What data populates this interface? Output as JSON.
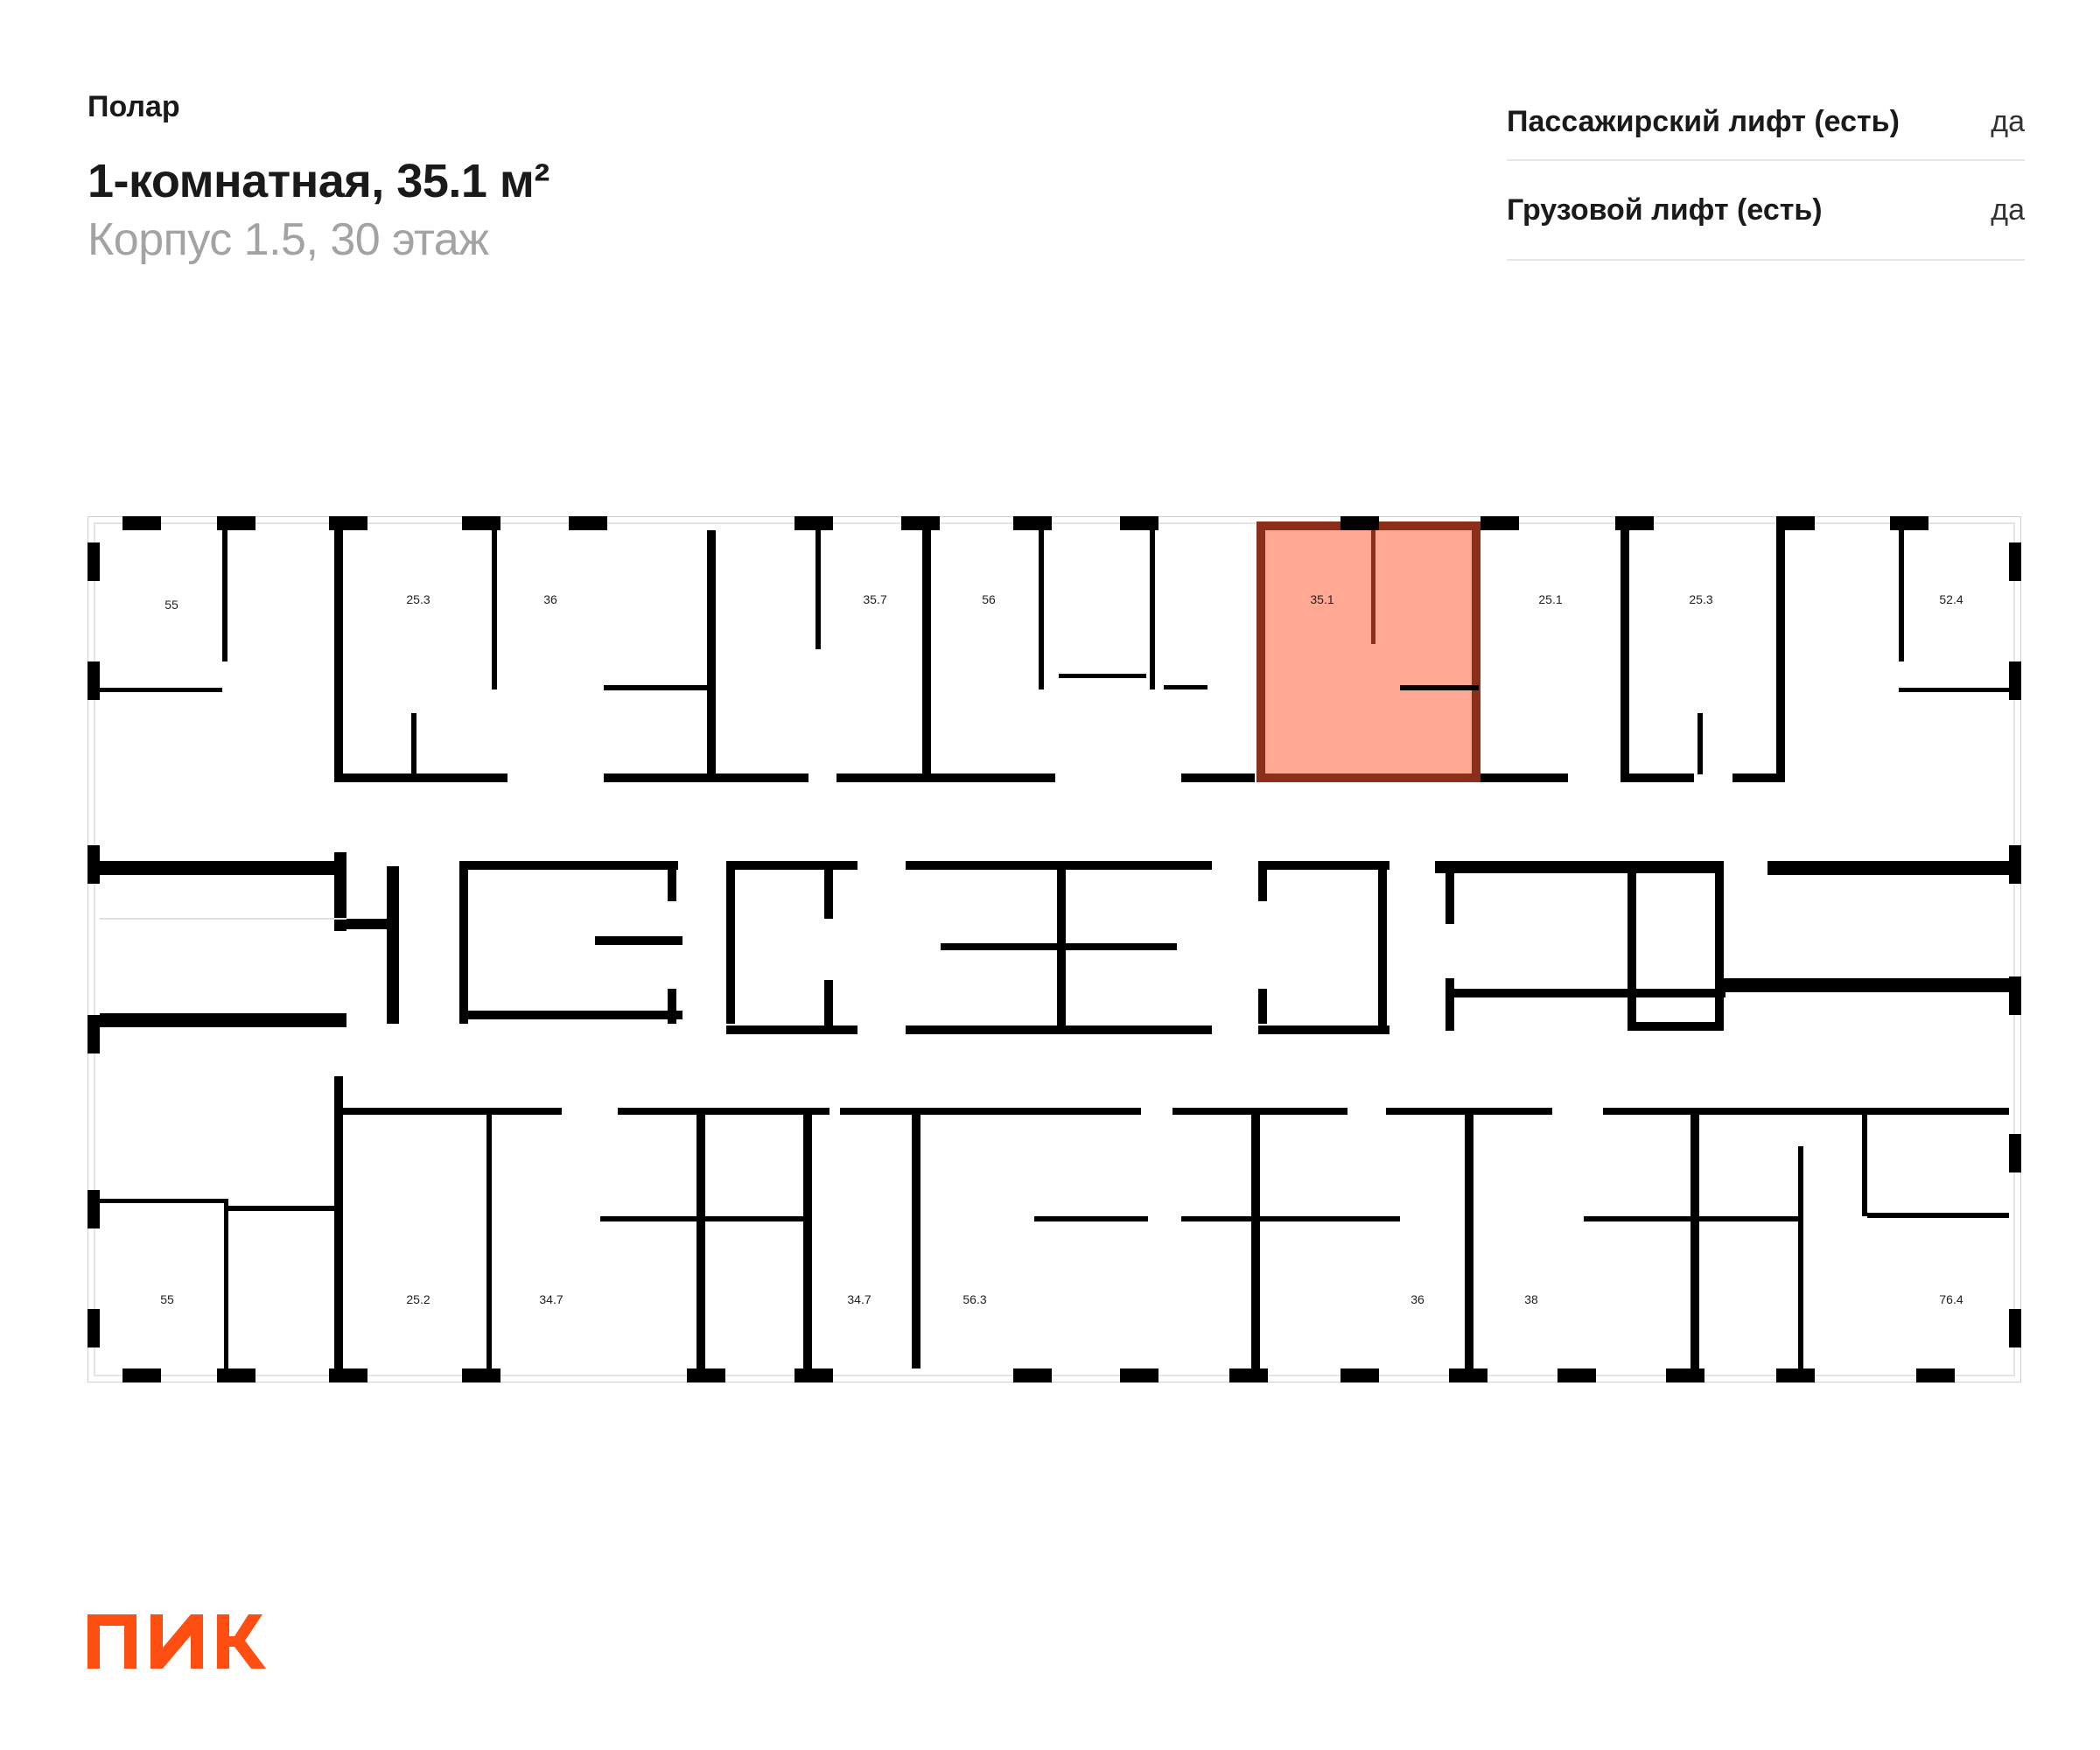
{
  "header": {
    "project": "Полар",
    "title": "1-комнатная, 35.1 м²",
    "subtitle": "Корпус 1.5, 30 этаж"
  },
  "features": [
    {
      "label": "Пассажирский лифт (есть)",
      "value": "да"
    },
    {
      "label": "Грузовой лифт (есть)",
      "value": "да"
    }
  ],
  "plan": {
    "highlight_color": "#FFA893",
    "highlight_edge": "#8B2E1A",
    "selected_area": "35.1",
    "top_units": [
      "55",
      "25.3",
      "36",
      "35.7",
      "56",
      "35.1",
      "25.1",
      "25.3",
      "52.4"
    ],
    "bottom_units": [
      "55",
      "25.2",
      "34.7",
      "34.7",
      "56.3",
      "36",
      "38",
      "76.4"
    ]
  },
  "brand": {
    "logo_text": "ПИК",
    "color": "#FF4E12"
  }
}
